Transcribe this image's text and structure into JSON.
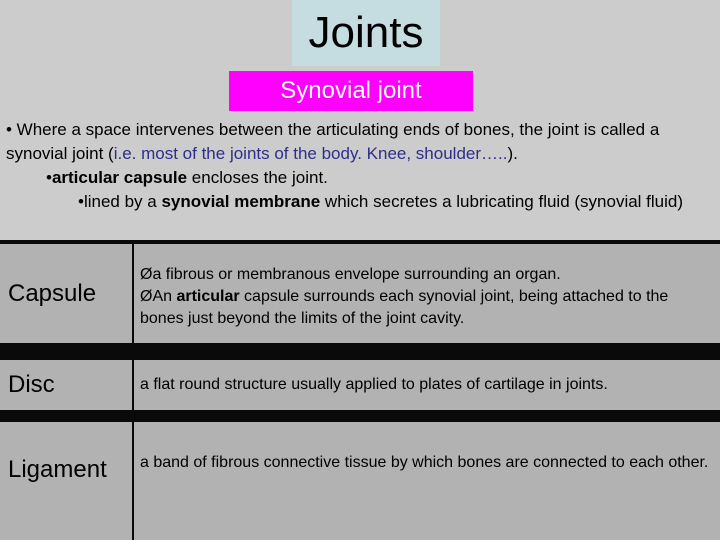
{
  "title": "Joints",
  "subtitle": "Synovial joint",
  "intro": {
    "line1_prefix": "• Where a space intervenes between the articulating ends of bones, the joint is called a synovial joint (",
    "line1_highlight": "i.e. most of the joints of the body. Knee, shoulder…..",
    "line1_suffix": ").",
    "line2_bullet": "•",
    "line2_bold": "articular capsule",
    "line2_rest": " encloses the joint.",
    "line3_prefix": "•lined by a ",
    "line3_bold": "synovial membrane",
    "line3_rest": " which secretes a lubricating fluid (synovial fluid)"
  },
  "terms": [
    {
      "term": "Capsule",
      "def_line1": "Øa fibrous or membranous envelope surrounding an organ.",
      "def_line2_prefix": "ØAn ",
      "def_line2_bold": "articular",
      "def_line2_rest": " capsule surrounds each synovial joint, being attached to the bones just beyond the limits of the joint cavity."
    },
    {
      "term": "Disc",
      "definition": "a flat round structure usually applied to plates of cartilage in joints."
    },
    {
      "term": "Ligament",
      "definition": "a band of fibrous connective tissue by which bones are connected to each other."
    }
  ],
  "colors": {
    "background": "#cccccc",
    "title_bg": "#c5dde0",
    "subtitle_bg": "#ff00ff",
    "table_bg": "#0a0a0a",
    "cell_bg": "#b2b2b2",
    "highlight_text": "#2e2e8a"
  }
}
